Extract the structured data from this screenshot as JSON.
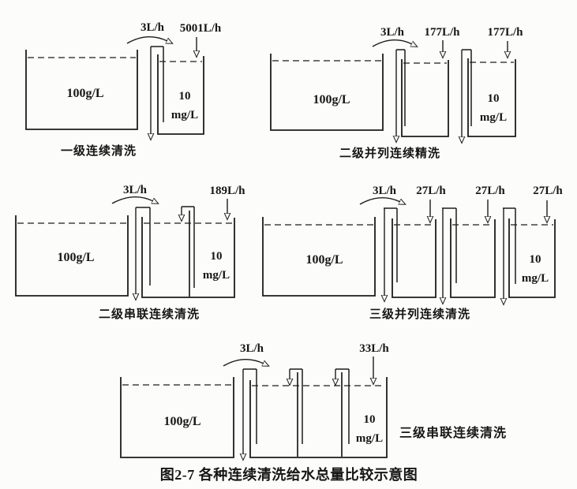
{
  "figure_caption": "图2-7  各种连续清洗给水总量比较示意图",
  "diagrams": [
    {
      "title": "一级连续清洗",
      "drag_out_flow": "3L/h",
      "inflows": [
        "5001L/h"
      ],
      "source_concentration": "100g/L",
      "rinse_concentration": [
        "10",
        "mg/L"
      ]
    },
    {
      "title": "二级并列连续精洗",
      "drag_out_flow": "3L/h",
      "inflows": [
        "177L/h",
        "177L/h"
      ],
      "source_concentration": "100g/L",
      "rinse_concentration": [
        "10",
        "mg/L"
      ]
    },
    {
      "title": "二级串联连续清洗",
      "drag_out_flow": "3L/h",
      "inflows": [
        "189L/h"
      ],
      "source_concentration": "100g/L",
      "rinse_concentration": [
        "10",
        "mg/L"
      ]
    },
    {
      "title": "三级并列连续清洗",
      "drag_out_flow": "3L/h",
      "inflows": [
        "27L/h",
        "27L/h",
        "27L/h"
      ],
      "source_concentration": "100g/L",
      "rinse_concentration": [
        "10",
        "mg/L"
      ]
    },
    {
      "title": "三级串联连续清洗",
      "drag_out_flow": "3L/h",
      "inflows": [
        "33L/h"
      ],
      "source_concentration": "100g/L",
      "rinse_concentration": [
        "10",
        "mg/L"
      ]
    }
  ]
}
